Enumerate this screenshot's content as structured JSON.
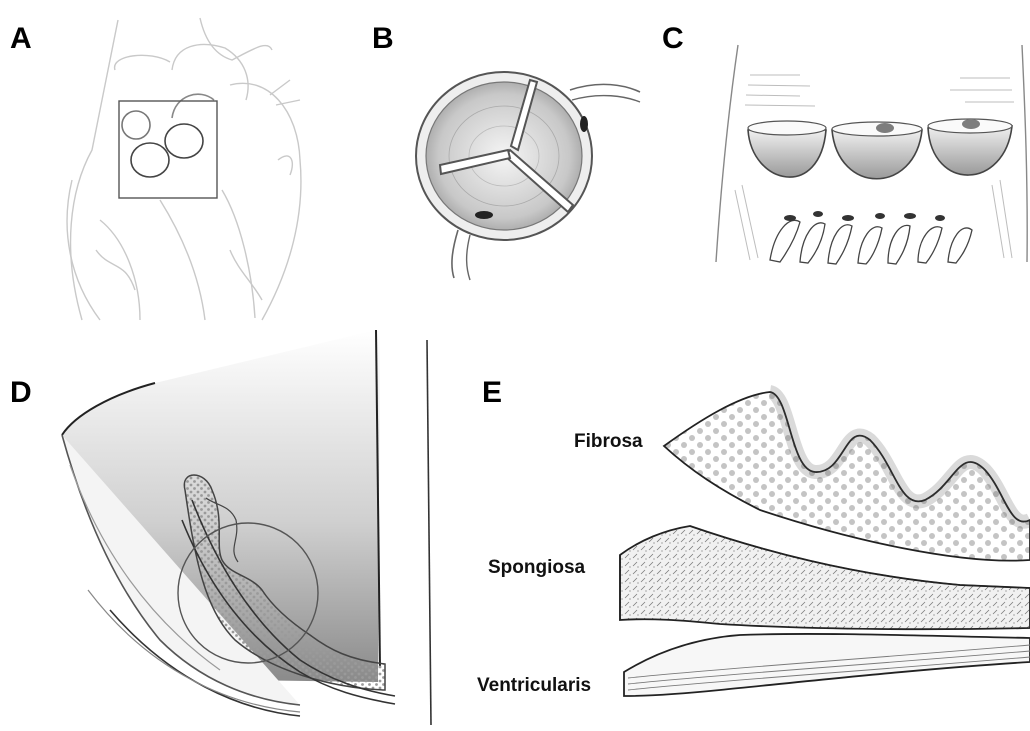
{
  "figure": {
    "panels": [
      {
        "letter": "A"
      },
      {
        "letter": "B"
      },
      {
        "letter": "C"
      },
      {
        "letter": "D"
      },
      {
        "letter": "E"
      }
    ],
    "layers": {
      "fibrosa": "Fibrosa",
      "spongiosa": "Spongiosa",
      "ventricularis": "Ventricularis"
    }
  }
}
